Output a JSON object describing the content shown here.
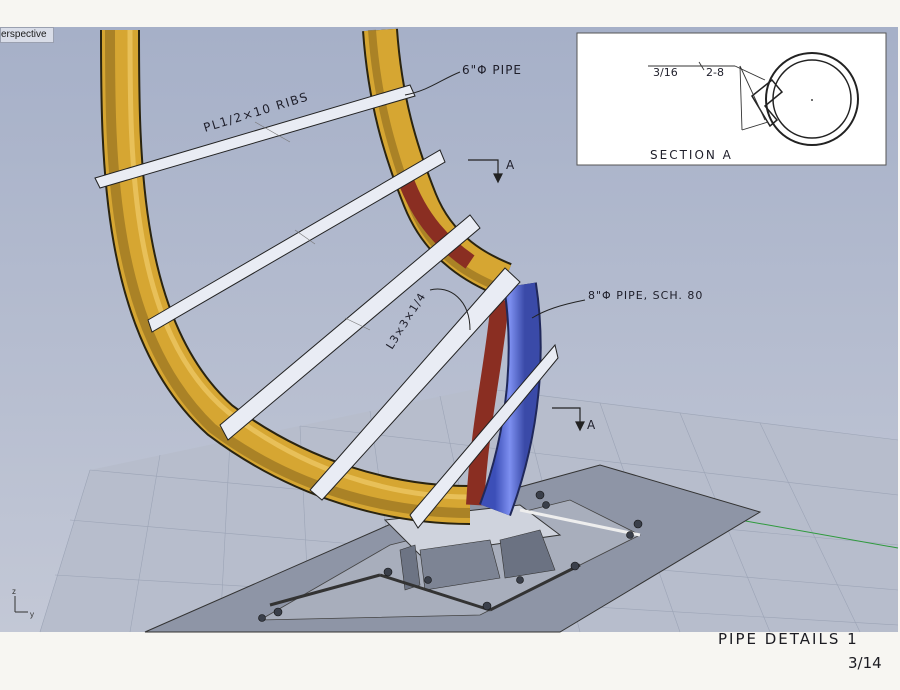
{
  "viewport": {
    "label": "erspective"
  },
  "callouts": {
    "ribs": "PL1/2×10 RIBS",
    "pipe_6in": "6\"Φ PIPE",
    "angle": "L3×3×1/4",
    "pipe_8in": "8\"Φ PIPE, SCH. 80"
  },
  "section_marks": {
    "upper": "A",
    "lower": "A"
  },
  "inset": {
    "weld_size": "3/16",
    "weld_spec": "2-8",
    "title": "SECTION A"
  },
  "axis_triad": {
    "z": "z",
    "y": "y"
  },
  "title_block": {
    "title": "PIPE DETAILS 1",
    "sheet": "3/14"
  },
  "colors": {
    "viewport_bg": "#aab3c8",
    "pipe_yellow": "#d6a632",
    "pipe_red": "#8a2e22",
    "pipe_blue": "#5b6fd6",
    "plate": "#e9ecf4"
  }
}
